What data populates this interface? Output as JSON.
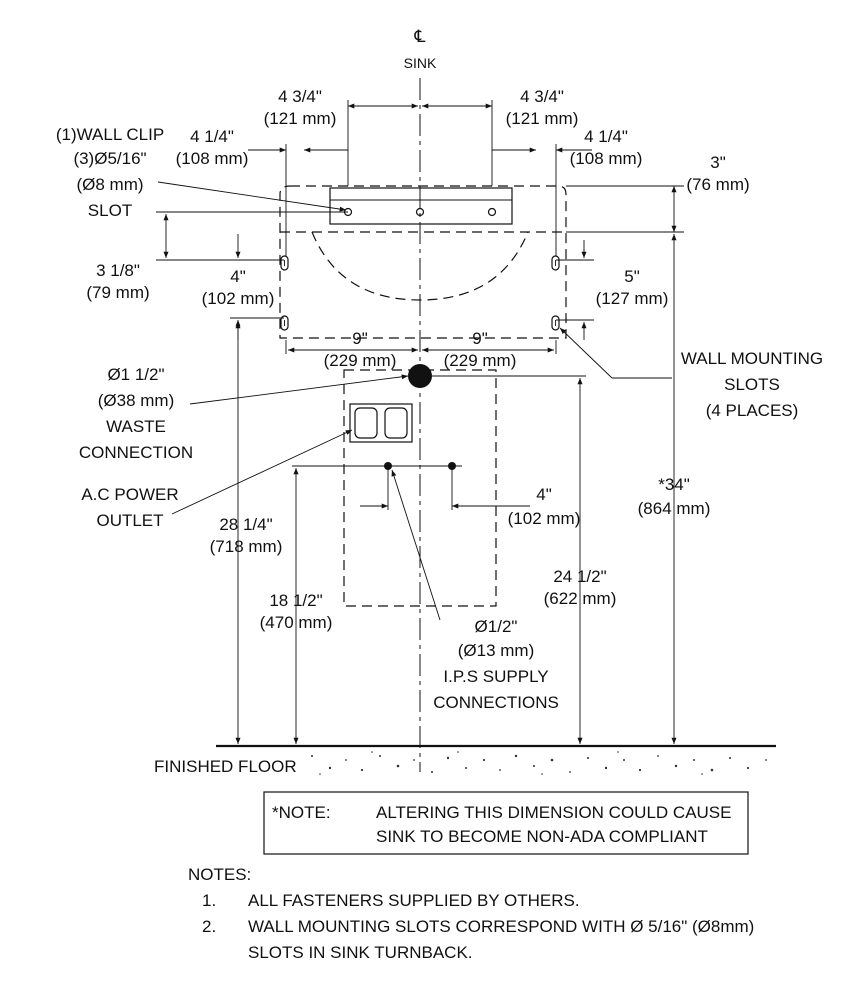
{
  "centerline": {
    "symbol": "℄",
    "label": "SINK"
  },
  "dimensions": {
    "top_left_half": {
      "in": "4 3/4\"",
      "mm": "(121 mm)"
    },
    "top_right_half": {
      "in": "4 3/4\"",
      "mm": "(121 mm)"
    },
    "left_offset": {
      "in": "4 1/4\"",
      "mm": "(108 mm)"
    },
    "right_offset": {
      "in": "4 1/4\"",
      "mm": "(108 mm)"
    },
    "top_height": {
      "in": "3\"",
      "mm": "(76 mm)"
    },
    "left_slot_drop": {
      "in": "3 1/8\"",
      "mm": "(79 mm)"
    },
    "left_slot_spacing": {
      "in": "4\"",
      "mm": "(102 mm)"
    },
    "right_slot_spacing": {
      "in": "5\"",
      "mm": "(127 mm)"
    },
    "waste_left": {
      "in": "9\"",
      "mm": "(229 mm)"
    },
    "waste_right": {
      "in": "9\"",
      "mm": "(229 mm)"
    },
    "supply_spacing": {
      "in": "4\"",
      "mm": "(102 mm)"
    },
    "height_slots": {
      "in": "28 1/4\"",
      "mm": "(718 mm)"
    },
    "height_supply": {
      "in": "18 1/2\"",
      "mm": "(470 mm)"
    },
    "height_waste": {
      "in": "24 1/2\"",
      "mm": "(622 mm)"
    },
    "height_rim": {
      "in": "*34\"",
      "mm": "(864 mm)"
    }
  },
  "callouts": {
    "wall_clip": [
      "(1)WALL CLIP",
      "(3)Ø5/16\"",
      "(Ø8 mm)",
      "SLOT"
    ],
    "waste": [
      "Ø1  1/2\"",
      "(Ø38 mm)",
      "WASTE",
      "CONNECTION"
    ],
    "power": [
      "A.C POWER",
      "OUTLET"
    ],
    "mounting_slots": [
      "WALL MOUNTING",
      "SLOTS",
      "(4 PLACES)"
    ],
    "supply": [
      "Ø1/2\"",
      "(Ø13 mm)",
      "I.P.S SUPPLY",
      "CONNECTIONS"
    ]
  },
  "floor_label": "FINISHED FLOOR",
  "ada_note": {
    "tag": "*NOTE:",
    "lines": [
      "ALTERING THIS DIMENSION COULD CAUSE",
      "SINK TO BECOME NON-ADA COMPLIANT"
    ]
  },
  "notes": {
    "heading": "NOTES:",
    "items": [
      {
        "num": "1.",
        "lines": [
          "ALL FASTENERS SUPPLIED BY OTHERS."
        ]
      },
      {
        "num": "2.",
        "lines": [
          "WALL MOUNTING SLOTS CORRESPOND WITH Ø 5/16\" (Ø8mm)",
          "SLOTS IN SINK TURNBACK."
        ]
      }
    ]
  }
}
